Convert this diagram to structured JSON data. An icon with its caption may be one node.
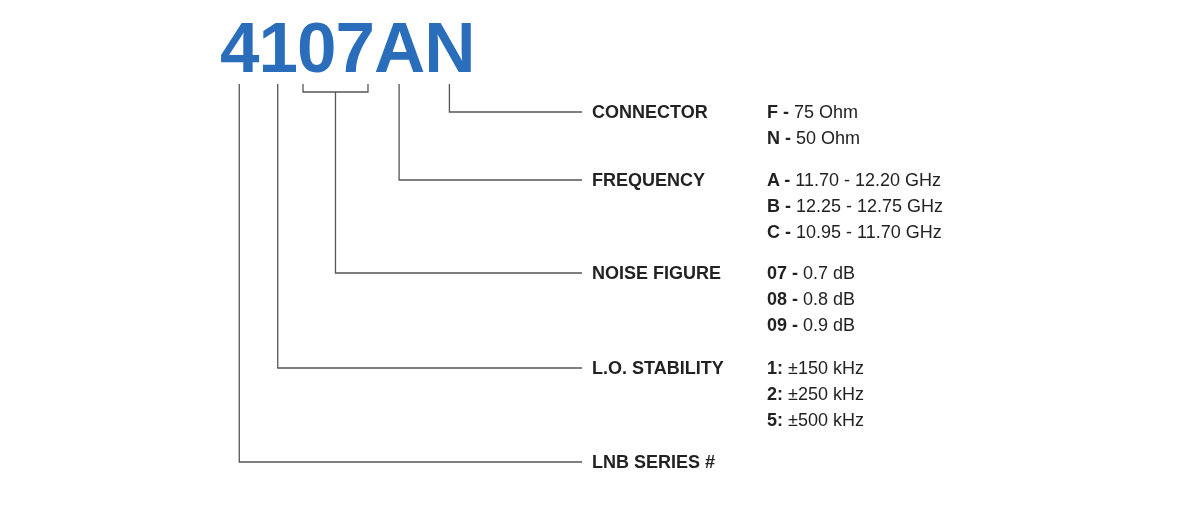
{
  "diagram": {
    "nodes": [
      {
        "text": [
          "4"
        ]
      },
      {
        "text": [
          "1"
        ]
      },
      {
        "text": [
          "07"
        ]
      },
      {
        "text": [
          "A"
        ]
      },
      {
        "text": [
          "N"
        ]
      },
      {
        "text": [
          "CONNECTOR"
        ],
        "beside": [
          "**F -** 75 Ohm",
          "**N -** 50 Ohm"
        ]
      },
      {
        "text": [
          "FREQUENCY"
        ],
        "beside": [
          "**A -** 11.70 - 12.20 GHz",
          "**B -** 12.25 - 12.75 GHz",
          "**C -** 10.95 - 11.70 GHz"
        ]
      },
      {
        "text": [
          "NOISE FIGURE"
        ],
        "beside": [
          "**07 -** 0.7 dB",
          "**08 -** 0.8 dB",
          "**09 -** 0.9 dB"
        ]
      },
      {
        "text": [
          "L.O. STABILITY"
        ],
        "beside": [
          "**1:** ±150 kHz",
          "**2:** ±250 kHz",
          "**5:** ±500 kHz"
        ]
      },
      {
        "text": [
          "LNB SERIES #"
        ]
      }
    ],
    "edges": [
      {
        "from": 4,
        "to": 5,
        "arrow": "none"
      },
      {
        "from": 3,
        "to": 6,
        "arrow": "none"
      },
      {
        "from": 2,
        "to": 7,
        "arrow": "none"
      },
      {
        "from": 1,
        "to": 8,
        "arrow": "none"
      },
      {
        "from": 0,
        "to": 9,
        "arrow": "none"
      }
    ]
  }
}
